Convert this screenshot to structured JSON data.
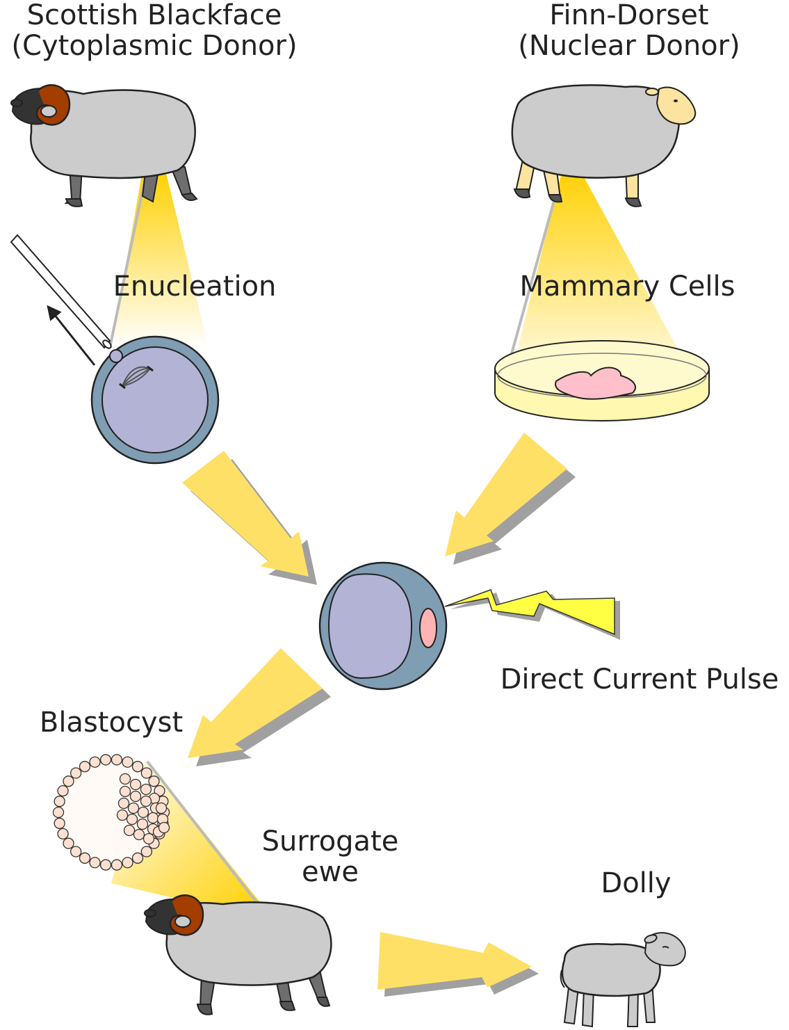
{
  "labels": {
    "scottish_line1": "Scottish Blackface",
    "scottish_line2": "(Cytoplasmic Donor)",
    "finn_line1": "Finn-Dorset",
    "finn_line2": "(Nuclear Donor)",
    "enucleation": "Enucleation",
    "mammary_cells": "Mammary Cells",
    "direct_current_pulse": "Direct Current Pulse",
    "blastocyst": "Blastocyst",
    "surrogate_line1": "Surrogate",
    "surrogate_line2": "ewe",
    "dolly": "Dolly"
  },
  "colors": {
    "wool": "#cccccc",
    "blackface": "#333333",
    "horn": "#a33d00",
    "finn_face": "#fde3a0",
    "zona": "#7f9db3",
    "cytoplasm": "#b3b3d6",
    "nucleus_pink": "#ffb3b3",
    "tissue_pink": "#ffc0cb",
    "arrow_yellow": "#ffe066",
    "spark_yellow": "#ffff44",
    "cell_peach": "#fde0d0",
    "dish_yellow": "#fff8b0"
  }
}
